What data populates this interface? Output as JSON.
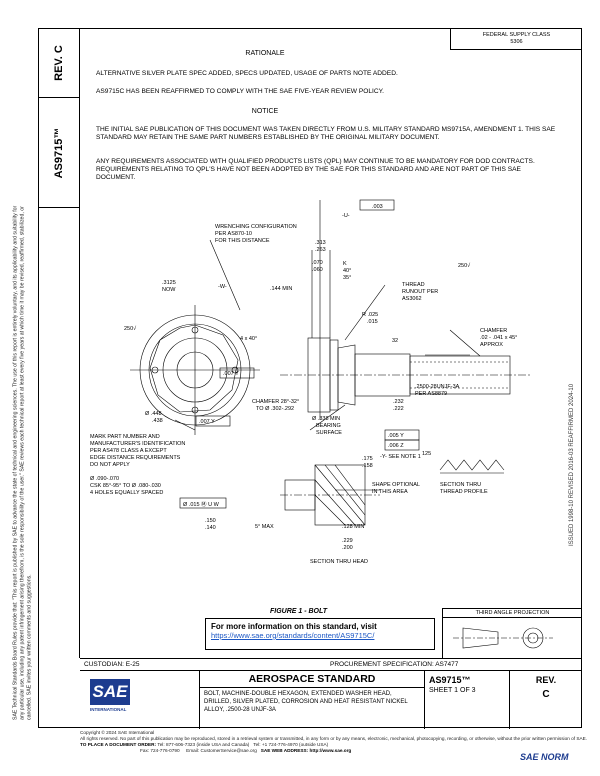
{
  "left_band": {
    "rev_label": "REV.",
    "rev_value": "C",
    "doc_number": "AS9715™"
  },
  "disclaimer": "SAE Technical Standards Board Rules provide that: \"This report is published by SAE to advance the state of technical and engineering sciences. The use of this report is entirely voluntary, and its applicability and suitability for any particular use, including any patent infringement arising therefrom, is the sole responsibility of the user.\" SAE reviews each technical report at least every five years at which time it may be revised, reaffirmed, stabilized, or cancelled. SAE invites your written comments and suggestions.",
  "revision_history": "ISSUED 1998-10   REVISED 2016-03   REAFFIRMED 2024-10",
  "pub_box": {
    "line1": "FEDERAL SUPPLY CLASS",
    "line2": "5306"
  },
  "rationale": {
    "heading": "RATIONALE",
    "p1": "ALTERNATIVE SILVER PLATE SPEC ADDED, SPECS UPDATED, USAGE OF PARTS NOTE ADDED.",
    "p2": "AS9715C HAS BEEN REAFFIRMED TO COMPLY WITH THE SAE FIVE-YEAR REVIEW POLICY."
  },
  "notice": {
    "heading": "NOTICE",
    "p1": "THE INITIAL SAE PUBLICATION OF THIS DOCUMENT WAS TAKEN DIRECTLY FROM U.S. MILITARY STANDARD MS9715A, AMENDMENT 1. THIS SAE STANDARD MAY RETAIN THE SAME PART NUMBERS ESTABLISHED BY THE ORIGINAL MILITARY DOCUMENT.",
    "p2": "ANY REQUIREMENTS ASSOCIATED WITH QUALIFIED PRODUCTS LISTS (QPL) MAY CONTINUE TO BE MANDATORY FOR DOD CONTRACTS. REQUIREMENTS RELATING TO QPL'S HAVE NOT BEEN ADOPTED BY THE SAE FOR THIS STANDARD AND ARE NOT PART OF THIS SAE DOCUMENT."
  },
  "drawing": {
    "wrenching": "WRENCHING CONFIGURATION",
    "wrenching2": "PER AS870-10",
    "wrenching3": "FOR THIS DISTANCE",
    "d313": ".313",
    "d263": ".263",
    "d070": ".070",
    "d060": ".060",
    "k": "K",
    "a40": "40°",
    "a35": "35°",
    "tol003": ".003",
    "datum_u": "-U-",
    "a250_r": "250√",
    "slot_size": ".3125",
    "now": "NOW",
    "w": "-W-",
    "min144": ".144 MIN",
    "thread_runout": "THREAD",
    "thread_runout2": "RUNOUT PER",
    "thread_runout3": "AS3062",
    "r025": "R .025",
    "r015": ".015",
    "chamfer": "CHAMFER",
    "chamfer2": ".02 - .041 x 45°",
    "chamfer3": "APPROX",
    "a250_l": "250√",
    "x40": "4 x 40°",
    "d32": "32",
    "tol007y": ".007  Y",
    "chamfer_head": "CHAMFER 28°-32°",
    "chamfer_head2": "TO Ø .302-.292",
    "thread_spec": ".2500-28UNJF-3A",
    "thread_spec2": "PER AS8879",
    "d232": ".232",
    "d222": ".222",
    "dia448": "Ø .448",
    "dia438": ".438",
    "tol007": ".007  Y",
    "bearing": "Ø .338 MIN",
    "bearing2": "BEARING",
    "bearing3": "SURFACE",
    "tol005": ".005  Y",
    "tol006": ".006  Z",
    "note1": "-Y- SEE NOTE 1",
    "mark_part": "MARK PART NUMBER AND",
    "mark_part2": "MANUFACTURER'S IDENTIFICATION",
    "mark_part3": "PER AS478 CLASS A EXCEPT",
    "mark_part4": "EDGE DISTANCE REQUIREMENTS",
    "mark_part5": "DO NOT APPLY",
    "d175": ".175",
    "d158": ".158",
    "holes": "Ø .090-.070",
    "holes2": "CSK 85°-95° TO Ø .080-.030",
    "holes3": "4 HOLES EQUALLY SPACED",
    "holes4": "Ø .015 Ⓜ U W",
    "shape": "SHAPE OPTIONAL",
    "shape2": "IN THIS AREA",
    "section_thread": "SECTION THRU",
    "section_thread2": "THREAD PROFILE",
    "d150": ".150",
    "d140": ".140",
    "max5": "5° MAX",
    "min128": ".128 MIN",
    "d229": ".229",
    "d200": ".200",
    "section_head": "SECTION THRU HEAD",
    "d125": "125"
  },
  "figure_caption": "FIGURE 1 - BOLT",
  "info_box": {
    "title": "For more information on this standard, visit",
    "url": "https://www.sae.org/standards/content/AS9715C/"
  },
  "projection_label": "THIRD ANGLE PROJECTION",
  "title_block": {
    "custodian": "CUSTODIAN:  E-25",
    "spec_type": "PROCUREMENT SPECIFICATION: AS7477",
    "sae_mark": "SAE",
    "sae_intl": "INTERNATIONAL",
    "heading": "AEROSPACE STANDARD",
    "desc": "BOLT, MACHINE-DOUBLE HEXAGON, EXTENDED WASHER HEAD, DRILLED, SILVER PLATED, CORROSION AND HEAT RESISTANT NICKEL ALLOY, .2500-28 UNJF-3A",
    "number": "AS9715™",
    "sheet": "SHEET 1 OF 3",
    "rev_label": "REV.",
    "rev_value": "C"
  },
  "footer": {
    "copyright": "Copyright © 2024 SAE International",
    "rights": "All rights reserved. No part of this publication may be reproduced, stored in a retrieval system or transmitted, in any form or by any means, electronic, mechanical, photocopying, recording, or otherwise, without the prior written permission of SAE.",
    "order_label": "TO PLACE A DOCUMENT ORDER:",
    "order_tel": "Tel: 877-606-7323 (inside USA and Canada)",
    "order_tel2": "Tel: +1 724-776-4970 (outside USA)",
    "fax": "Fax: 724-776-0790",
    "email": "Email: CustomerService@sae.org",
    "web": "SAE WEB ADDRESS: http://www.sae.org"
  },
  "watermark": "SAE NORM"
}
